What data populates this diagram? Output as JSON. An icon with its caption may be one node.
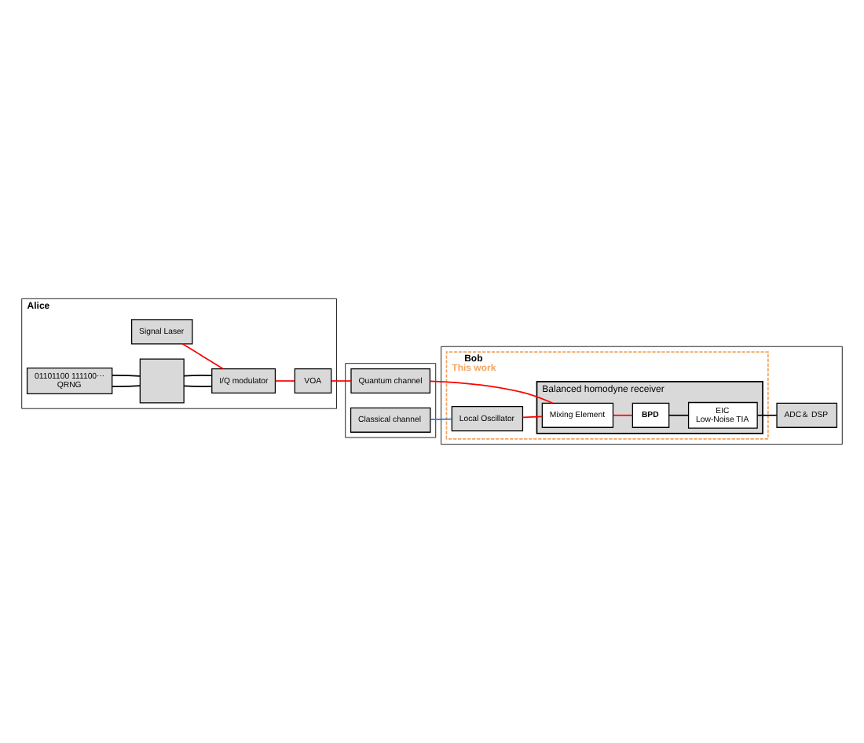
{
  "diagram": {
    "nodes": [
      {
        "text": [
          "Alice"
        ]
      },
      {
        "text": [
          "Signal Laser"
        ],
        "in": 0
      },
      {
        "text": [
          "I/Q modulator"
        ],
        "in": 0
      },
      {
        "text": [
          "VOA"
        ],
        "in": 0
      },
      {
        "text": [
          "01101100 111100⋯",
          "QRNG"
        ],
        "in": 0
      },
      {
        "text": [],
        "shape": "box",
        "in": 0
      },
      {
        "text": [],
        "shape": "box"
      },
      {
        "text": [
          "Quantum channel"
        ],
        "in": 6
      },
      {
        "text": [
          "Classical channel"
        ],
        "in": 6
      },
      {
        "text": [],
        "shape": "box"
      },
      {
        "text": [
          "Bob",
          "This work"
        ],
        "in": 9
      },
      {
        "text": [
          "Local Oscillator"
        ],
        "in": 10
      },
      {
        "text": [
          "Balanced homodyne receiver"
        ],
        "in": 10
      },
      {
        "text": [
          "Mixing Element"
        ],
        "in": 12
      },
      {
        "text": [
          "BPD"
        ],
        "in": 12
      },
      {
        "text": [
          "EIC",
          "Low-Noise TIA"
        ],
        "in": 12
      },
      {
        "text": [
          "ADC＆ DSP"
        ],
        "in": 9
      }
    ],
    "edges": [
      {
        "from": 1,
        "to": 2,
        "arrow": "none",
        "color": "#ff0000"
      },
      {
        "from": 2,
        "to": 3,
        "arrow": "none",
        "color": "#ff0000"
      },
      {
        "from": 3,
        "to": 7,
        "arrow": "none",
        "color": "#ff0000"
      },
      {
        "from": 4,
        "to": 5,
        "arrow": "none",
        "color": "#000000"
      },
      {
        "from": 4,
        "to": 5,
        "arrow": "none",
        "color": "#000000"
      },
      {
        "from": 5,
        "to": 2,
        "arrow": "none",
        "color": "#000000"
      },
      {
        "from": 5,
        "to": 2,
        "arrow": "none",
        "color": "#000000"
      },
      {
        "from": 7,
        "to": 13,
        "arrow": "none",
        "color": "#ff0000"
      },
      {
        "from": 8,
        "to": 11,
        "arrow": "none",
        "color": "#4472c4"
      },
      {
        "from": 11,
        "to": 13,
        "arrow": "none",
        "color": "#ff0000"
      },
      {
        "from": 13,
        "to": 14,
        "arrow": "none",
        "color": "#ff0000"
      },
      {
        "from": 14,
        "to": 15,
        "arrow": "none",
        "color": "#000000"
      },
      {
        "from": 15,
        "to": 16,
        "arrow": "none",
        "color": "#000000"
      }
    ]
  }
}
